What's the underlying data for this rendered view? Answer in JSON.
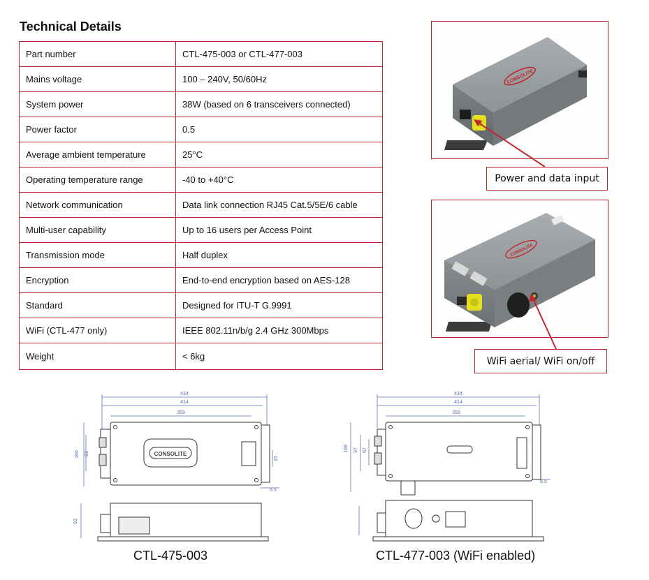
{
  "heading": "Technical Details",
  "specs": [
    {
      "label": "Part number",
      "value": "CTL-475-003 or CTL-477-003"
    },
    {
      "label": "Mains voltage",
      "value": "100 – 240V, 50/60Hz"
    },
    {
      "label": "System power",
      "value": "38W (based on 6 transceivers connected)"
    },
    {
      "label": "Power factor",
      "value": "0.5"
    },
    {
      "label": "Average ambient temperature",
      "value": "25°C"
    },
    {
      "label": "Operating temperature range",
      "value": "-40 to +40°C"
    },
    {
      "label": "Network communication",
      "value": "Data link connection RJ45 Cat.5/5E/6 cable"
    },
    {
      "label": "Multi-user capability",
      "value": "Up to 16 users per Access Point"
    },
    {
      "label": "Transmission mode",
      "value": "Half duplex"
    },
    {
      "label": "Encryption",
      "value": "End-to-end encryption based on AES-128"
    },
    {
      "label": "Standard",
      "value": "Designed for ITU-T G.9991"
    },
    {
      "label": "WiFi (CTL-477 only)",
      "value": "IEEE 802.11n/b/g 2.4 GHz 300Mbps"
    },
    {
      "label": "Weight",
      "value": "< 6kg"
    }
  ],
  "photos": {
    "top": {
      "brand": "CONSOLITE",
      "callout": "Power and data input"
    },
    "bottom": {
      "brand": "CONSOLITE",
      "callout": "WiFi aerial/ WiFi on/off"
    }
  },
  "drawings": {
    "left": {
      "caption": "CTL-475-003",
      "brand": "CONSOLITE",
      "dims": {
        "d434": "434",
        "d414": "414",
        "d359": "359",
        "d160": "160",
        "d82": "82",
        "d15": "15",
        "d65": "6.5",
        "d93": "93"
      }
    },
    "right": {
      "caption": "CTL-477-003 (WiFi enabled)",
      "dims": {
        "d434": "434",
        "d414": "414",
        "d359": "359",
        "d188": "188",
        "d97": "97",
        "d67": "67",
        "d65": "6.5"
      }
    }
  },
  "colors": {
    "accent_red": "#c0272d",
    "enclosure_grey": "#8e9396",
    "connector_yellow": "#e6e01e",
    "dimension_blue": "#5a6fb0"
  }
}
